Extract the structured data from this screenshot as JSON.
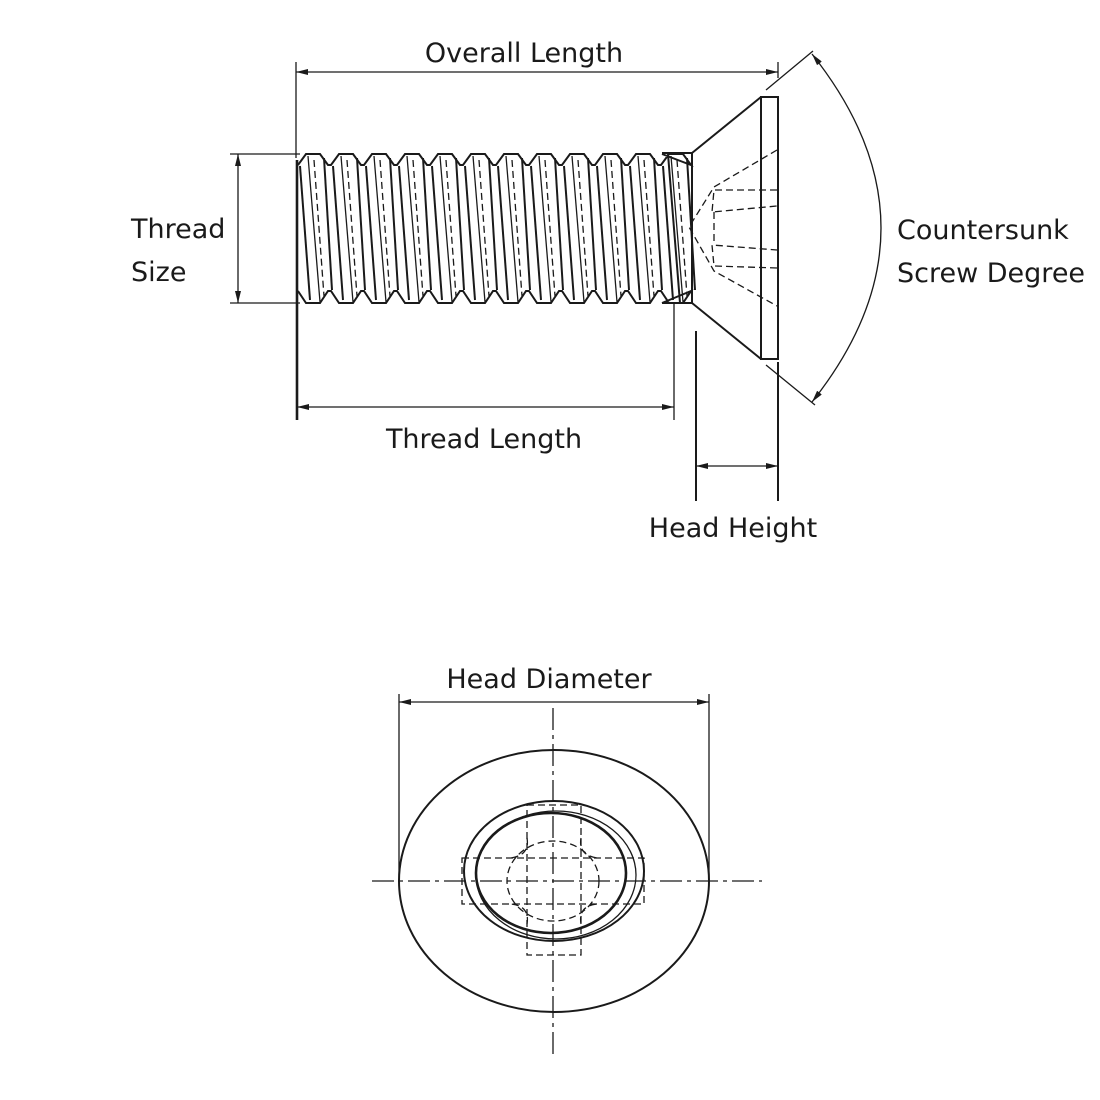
{
  "diagram": {
    "title": "Countersunk Phillips Screw Dimensions",
    "side_view": {
      "labels": {
        "overall_length": "Overall Length",
        "thread_size_line1": "Thread",
        "thread_size_line2": "Size",
        "countersunk_line1": "Countersunk",
        "countersunk_line2": "Screw Degree",
        "thread_length": "Thread Length",
        "head_height": "Head Height"
      }
    },
    "top_view": {
      "labels": {
        "head_diameter": "Head Diameter"
      },
      "drive_type": "phillips-cross"
    },
    "colors": {
      "line": "#1a1a1a",
      "background": "#ffffff"
    }
  }
}
